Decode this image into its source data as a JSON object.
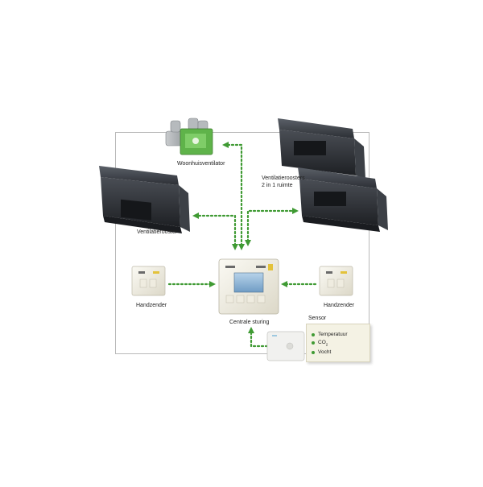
{
  "labels": {
    "woonhuisventilator": "Woonhuisventilator",
    "ventilatieroosters_line1": "Ventilatieroosters",
    "ventilatieroosters_line2": "2 in 1 ruimte",
    "ventilatierooster": "Ventilatierooster",
    "handzender_left": "Handzender",
    "handzender_right": "Handzender",
    "centrale_sturing": "Centrale sturing",
    "sensor_title": "Sensor"
  },
  "sensor_items": [
    "Temperatuur",
    "CO",
    "Vocht"
  ],
  "sensor_co2_subscript": "2",
  "colors": {
    "connector": "#3f9a33",
    "frame": "#b9b9b9",
    "grille_dark": "#2b2e33",
    "ventilator_green": "#5fb34a",
    "panel_beige": "#ece9dc",
    "screen_blue": "#8fb8d8"
  }
}
